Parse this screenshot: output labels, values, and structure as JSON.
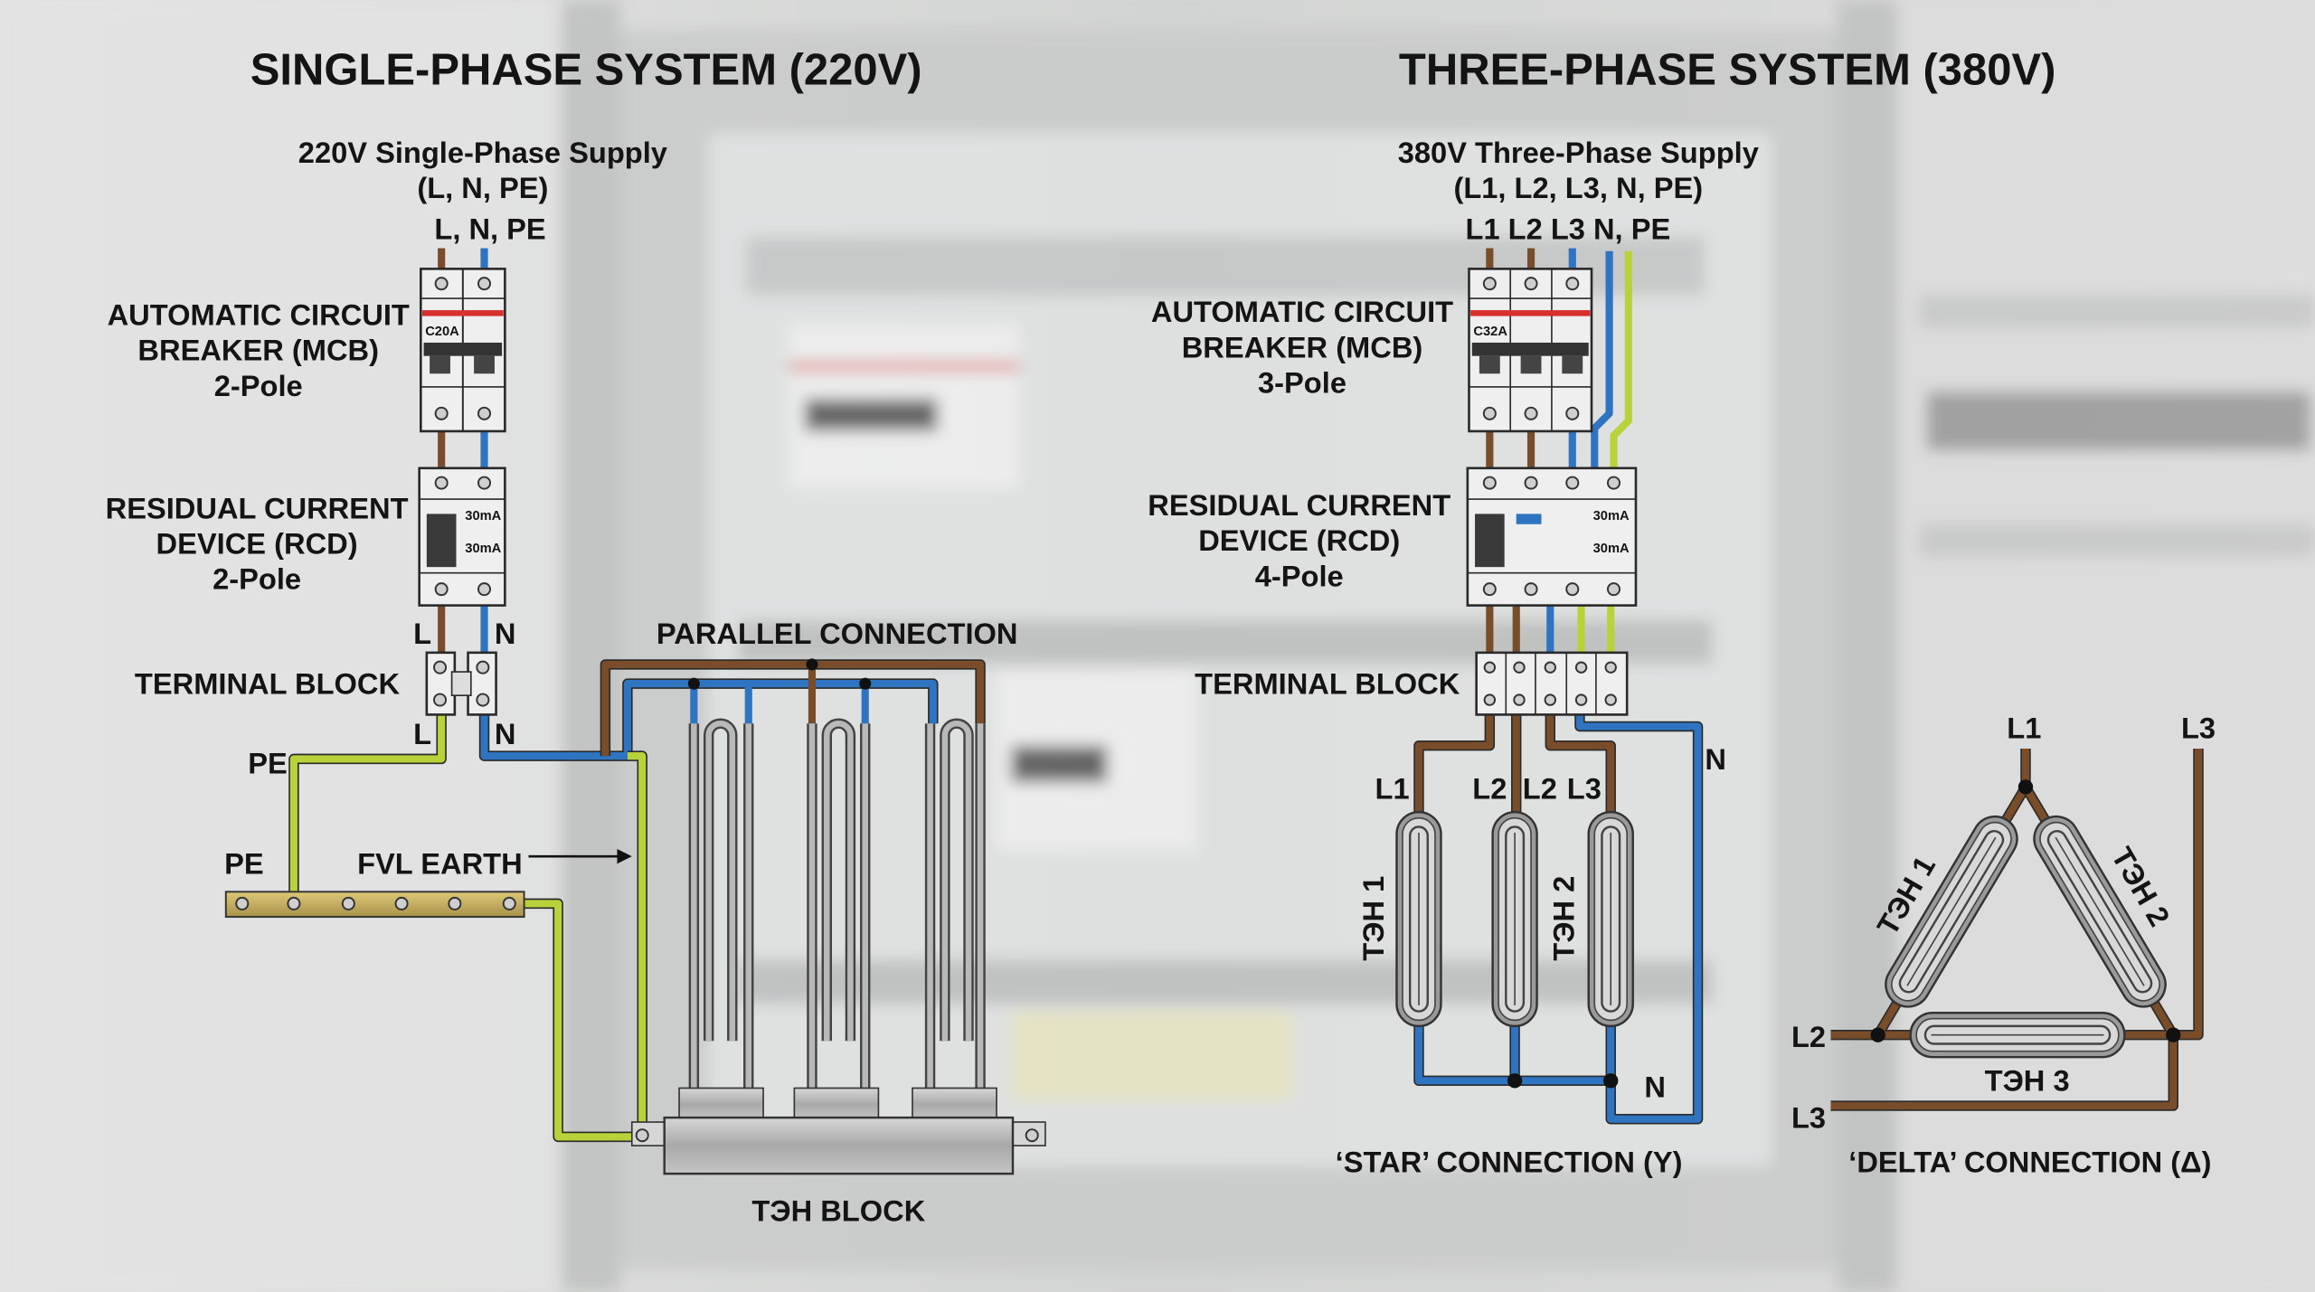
{
  "colors": {
    "phase": "#7a4d2a",
    "neutral": "#2f74c0",
    "earth": "#b8d23a",
    "busbar": "#c9b35a",
    "breaker_red": "#d8302c"
  },
  "single_phase": {
    "title": "SINGLE-PHASE SYSTEM (220V)",
    "supply": [
      "220V Single-Phase Supply",
      "(L, N, PE)",
      "L, N, PE"
    ],
    "mcb": {
      "lines": [
        "AUTOMATIC CIRCUIT",
        "BREAKER (MCB)",
        "2-Pole"
      ],
      "rating": "C20A"
    },
    "rcd": {
      "lines": [
        "RESIDUAL CURRENT",
        "DEVICE (RCD)",
        "2-Pole"
      ],
      "rating1": "30mA",
      "rating2": "30mA"
    },
    "terminal_block": "TERMINAL BLOCK",
    "wire_labels": {
      "l_top": "L",
      "n_top": "N",
      "l_bottom": "L",
      "n_bottom": "N",
      "pe_wire": "PE",
      "pe_bar": "PE"
    },
    "earth_label": "FVL EARTH",
    "parallel_label": "PARALLEL CONNECTION",
    "heater_block": "ТЭН BLOCK"
  },
  "three_phase": {
    "title": "THREE-PHASE SYSTEM (380V)",
    "supply": [
      "380V Three-Phase Supply",
      "(L1, L2, L3, N, PE)",
      "L1 L2 L3 N, PE"
    ],
    "mcb": {
      "lines": [
        "AUTOMATIC CIRCUIT",
        "BREAKER (MCB)",
        "3-Pole"
      ],
      "rating": "C32A"
    },
    "rcd": {
      "lines": [
        "RESIDUAL CURRENT",
        "DEVICE (RCD)",
        "4-Pole"
      ],
      "rating1": "30mA",
      "rating2": "30mA"
    },
    "terminal_block": "TERMINAL BLOCK",
    "star": {
      "phase_labels": [
        "L1",
        "L2",
        "L2",
        "L3"
      ],
      "n_top": "N",
      "n_bottom": "N",
      "heaters": [
        "ТЭН 1",
        "ТЭН 2"
      ],
      "caption": "‘STAR’ CONNECTION (Y)"
    },
    "delta": {
      "labels": {
        "l1": "L1",
        "l3_top": "L3",
        "l2": "L2",
        "l3_bottom": "L3"
      },
      "heaters": [
        "ТЭН 1",
        "ТЭН 2",
        "ТЭН 3"
      ],
      "caption": "‘DELTA’ CONNECTION (Δ)"
    }
  }
}
